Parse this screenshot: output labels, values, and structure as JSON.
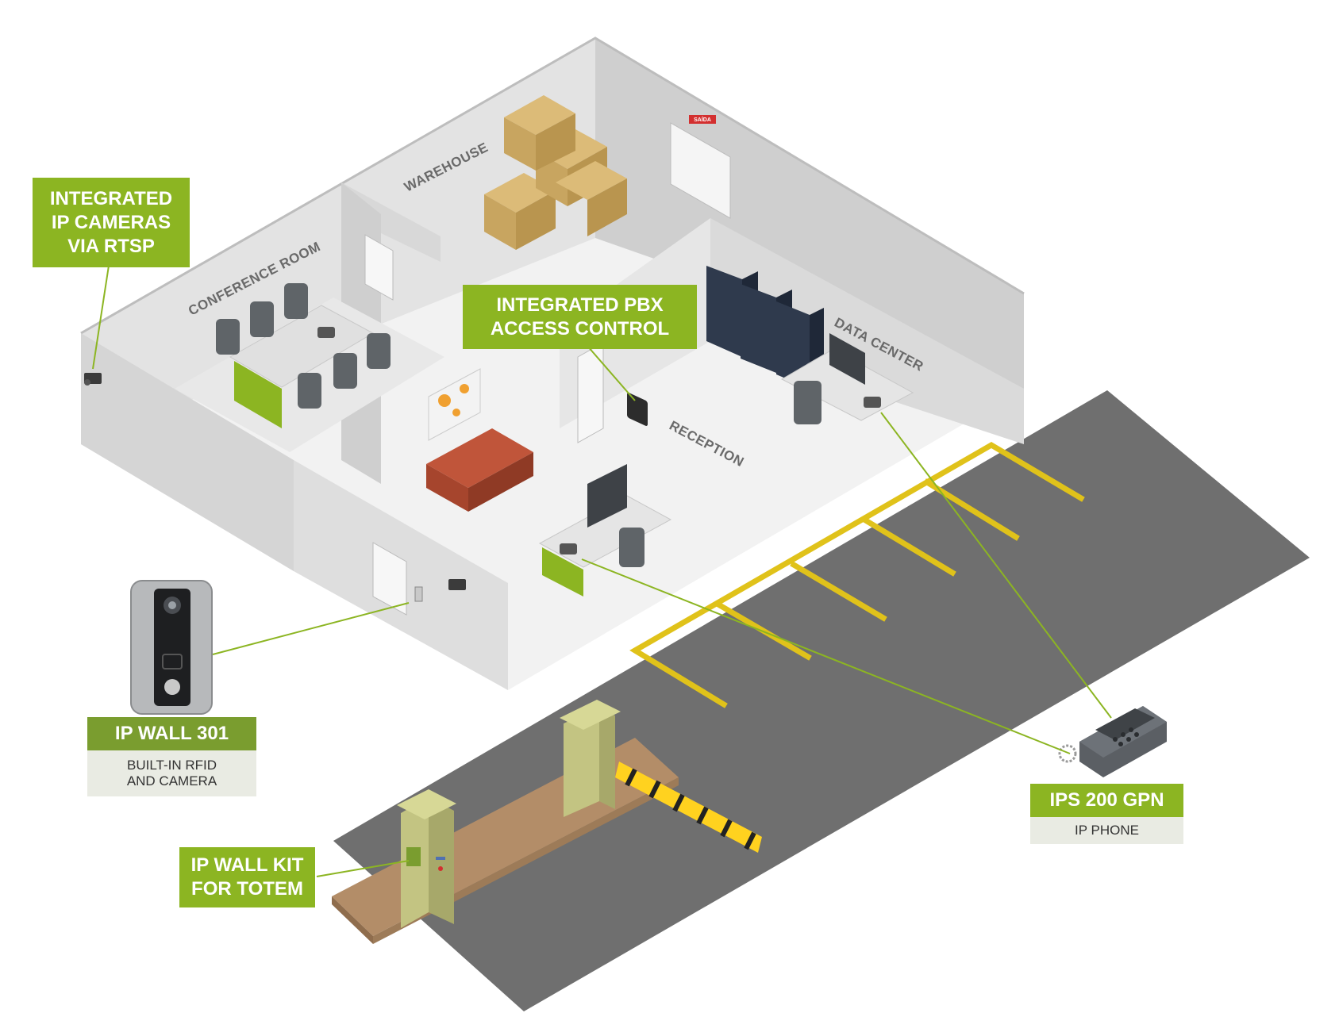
{
  "rooms": {
    "warehouse": "WAREHOUSE",
    "conference_room": "CONFERENCE ROOM",
    "data_center": "DATA CENTER",
    "reception": "RECEPTION",
    "exit_sign": "SAÍDA"
  },
  "callouts": {
    "cameras": {
      "line1": "INTEGRATED",
      "line2": "IP CAMERAS",
      "line3": "VIA RTSP"
    },
    "pbx": {
      "line1": "INTEGRATED PBX",
      "line2": "ACCESS CONTROL"
    },
    "totem": {
      "line1": "IP WALL KIT",
      "line2": "FOR TOTEM"
    }
  },
  "products": {
    "ip_wall": {
      "name": "IP WALL 301",
      "desc_line1": "BUILT-IN RFID",
      "desc_line2": "AND CAMERA"
    },
    "ip_phone": {
      "name": "IPS 200 GPN",
      "desc": "IP PHONE"
    }
  },
  "colors": {
    "accent_green": "#8cb522",
    "dark_green": "#7a9d2f",
    "asphalt": "#6f6f6f",
    "parking_lines": "#e0c21a",
    "wall": "#dcdcdc",
    "floor": "#f4f4f4",
    "sofa": "#c0553a",
    "server_rack": "#2f3a4d",
    "boxes": "#d2b06a"
  },
  "icons": [
    "camera-icon",
    "access-panel-icon",
    "telephone-icon",
    "intercom-icon",
    "barrier-icon"
  ]
}
